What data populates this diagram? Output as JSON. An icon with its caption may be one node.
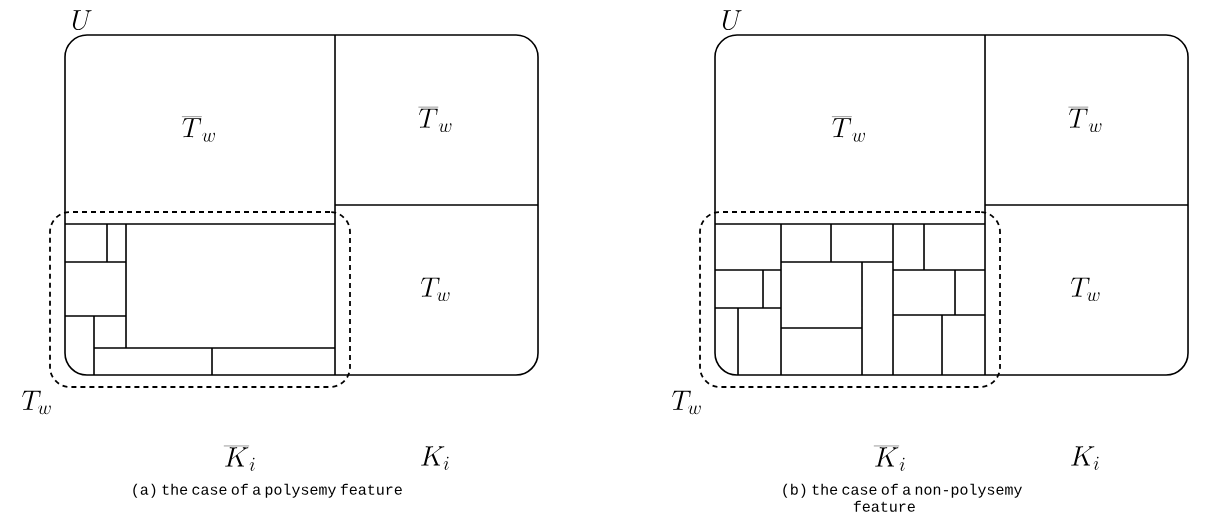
{
  "diagram": {
    "nodes": [
      {
        "text": [
          "U"
        ]
      },
      {
        "text": [
          "\\overline{T}_w"
        ],
        "in": 0
      },
      {
        "text": [
          "\\overline{T}_w"
        ],
        "in": 0
      },
      {
        "text": [
          "T_w"
        ],
        "in": 0
      },
      {
        "text": [
          "T_w"
        ]
      },
      {
        "text": [
          "U"
        ]
      },
      {
        "text": [
          "\\overline{T}_w"
        ],
        "in": 5
      },
      {
        "text": [
          "\\overline{T}_w"
        ],
        "in": 5
      },
      {
        "text": [
          "T_w"
        ],
        "in": 5
      },
      {
        "text": [
          "T_w"
        ]
      }
    ],
    "labels": [
      "\\overline{K}_i",
      "K_i",
      "(a) the case of a polysemy feature",
      "\\overline{K}_i",
      "K_i",
      "(b) the case of a non-polysemy feature"
    ]
  }
}
